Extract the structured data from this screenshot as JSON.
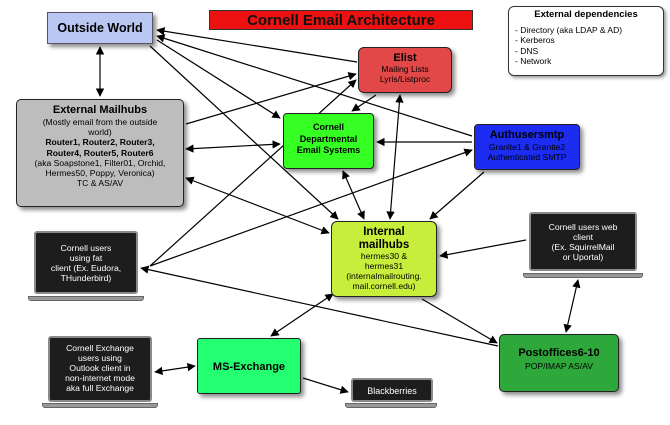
{
  "title": "Cornell Email Architecture",
  "external_dependencies": {
    "heading": "External dependencies",
    "items": [
      "- Directory (aka LDAP & AD)",
      "- Kerberos",
      "- DNS",
      "- Network"
    ]
  },
  "nodes": {
    "outside_world": {
      "title": "Outside World"
    },
    "external_mailhubs": {
      "title": "External Mailhubs",
      "subtitle_line1": "(Mostly email from the outside",
      "subtitle_line2": "world)",
      "routers_line1": "Router1, Router2, Router3,",
      "routers_line2": "Router4, Router5, Router6",
      "aka_line1": "(aka Soapstone1, Filter01, Orchid,",
      "aka_line2": "Hermes50, Poppy, Veronica)",
      "extra": "TC & AS/AV"
    },
    "elist": {
      "title": "Elist",
      "line1": "Mailing Lists",
      "line2": "Lyris/Listproc"
    },
    "departmental": {
      "line1": "Cornell",
      "line2": "Departmental",
      "line3": "Email Systems"
    },
    "authusersmtp": {
      "title": "Authusersmtp",
      "line1": "Granite1 & Granite2",
      "line2": "Authenticated SMTP"
    },
    "internal_mailhubs": {
      "title_line1": "Internal",
      "title_line2": "mailhubs",
      "line1": "hermes30 &",
      "line2": "hermes31",
      "line3": "(internalmailrouting.",
      "line4": "mail.cornell.edu)"
    },
    "ms_exchange": {
      "title": "MS-Exchange"
    },
    "postoffices": {
      "title": "Postoffices6-10",
      "line1": "POP/IMAP   AS/AV"
    }
  },
  "clients": {
    "fat_client": {
      "line1": "Cornell users",
      "line2": "using fat",
      "line3": "client (Ex. Eudora,",
      "line4": "THunderbird)"
    },
    "web_client": {
      "line1": "Cornell users web",
      "line2": "client",
      "line3": "(Ex. SquirrelMail",
      "line4": "or Uportal)"
    },
    "exchange_client": {
      "line1": "Cornell Exchange",
      "line2": "users using",
      "line3": "Outlook client in",
      "line4": "non-internet mode",
      "line5": "aka full Exchange"
    },
    "blackberries": {
      "label": "Blackberries"
    }
  },
  "colors": {
    "title_bg": "#ee1111",
    "outside_world": "#b8c8f2",
    "external_mailhubs": "#bdbdbd",
    "elist": "#e34848",
    "departmental": "#36ff24",
    "authusersmtp": "#1c2cf0",
    "internal_mailhubs": "#c8ee3c",
    "ms_exchange": "#24ff72",
    "postoffices": "#2ea83a",
    "client_screen": "#1d1d1d"
  }
}
